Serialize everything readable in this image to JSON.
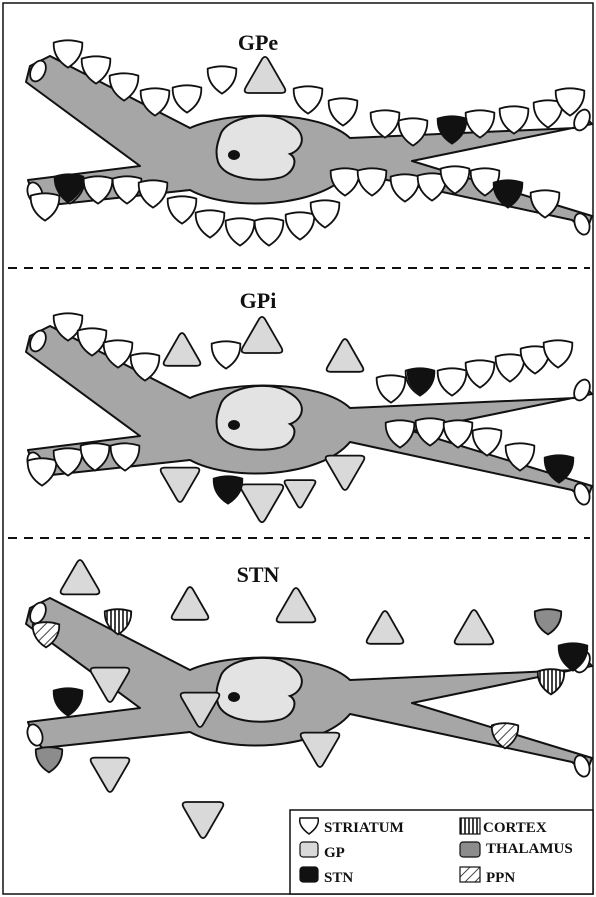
{
  "panels": [
    {
      "title": "GPe"
    },
    {
      "title": "GPi"
    },
    {
      "title": "STN"
    }
  ],
  "legend": {
    "items": [
      {
        "label": "STRIATUM",
        "pattern": "striatum"
      },
      {
        "label": "CORTEX",
        "pattern": "cortex"
      },
      {
        "label": "GP",
        "pattern": "gp"
      },
      {
        "label": "THALAMUS",
        "pattern": "thalamus"
      },
      {
        "label": "STN",
        "pattern": "stn"
      },
      {
        "label": "PPN",
        "pattern": "ppn"
      }
    ]
  },
  "colors": {
    "neuron_fill": "#a6a6a6",
    "nucleus_fill": "#e3e3e3",
    "striatum_fill": "#ffffff",
    "gp_fill": "#d9d9d9",
    "stn_fill": "#111111",
    "thalamus_fill": "#8c8c8c",
    "outline": "#111111"
  }
}
